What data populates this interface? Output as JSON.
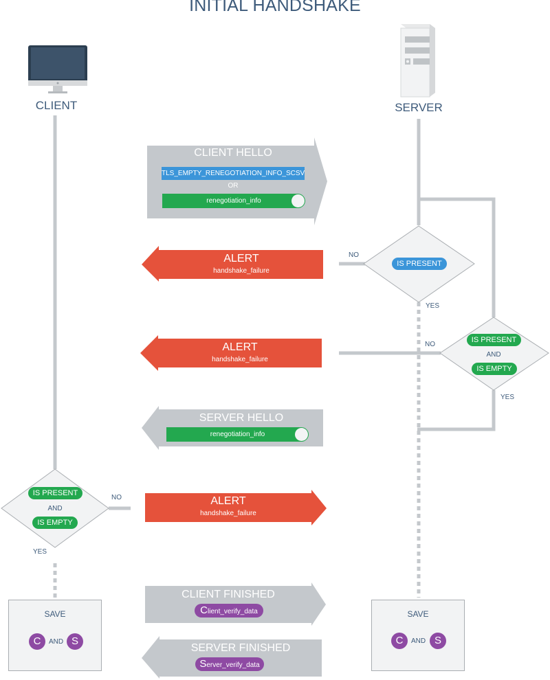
{
  "title": "INITIAL HANDSHAKE",
  "actors": {
    "client": "CLIENT",
    "server": "SERVER"
  },
  "messages": {
    "client_hello": {
      "title": "CLIENT HELLO",
      "field1": "TLS_EMPTY_RENEGOTIATION_INFO_SCSV",
      "or": "OR",
      "field2": "renegotiation_info"
    },
    "alert1": {
      "title": "ALERT",
      "sub": "handshake_failure"
    },
    "alert2": {
      "title": "ALERT",
      "sub": "handshake_failure"
    },
    "server_hello": {
      "title": "SERVER HELLO",
      "field": "renegotiation_info"
    },
    "alert3": {
      "title": "ALERT",
      "sub": "handshake_failure"
    },
    "client_finished": {
      "title": "CLIENT FINISHED",
      "field_initial": "C",
      "field_rest": "lient_verify_data"
    },
    "server_finished": {
      "title": "SERVER FINISHED",
      "field_initial": "S",
      "field_rest": "erver_verify_data"
    }
  },
  "decisions": {
    "server_present": {
      "label": "IS PRESENT",
      "no": "NO",
      "yes": "YES"
    },
    "server_present_empty": {
      "label1": "IS PRESENT",
      "and": "AND",
      "label2": "IS EMPTY",
      "no": "NO",
      "yes": "YES"
    },
    "client_present_empty": {
      "label1": "IS PRESENT",
      "and": "AND",
      "label2": "IS EMPTY",
      "no": "NO",
      "yes": "YES"
    }
  },
  "save_boxes": {
    "client": {
      "title": "SAVE",
      "c": "C",
      "and": "AND",
      "s": "S"
    },
    "server": {
      "title": "SAVE",
      "c": "C",
      "and": "AND",
      "s": "S"
    }
  },
  "colors": {
    "gray_arrow": "#c4c8cc",
    "red_arrow": "#e5523b",
    "line": "#c4c8cc",
    "text_dark": "#3d5a7a",
    "blue": "#3b95d9",
    "green": "#23a84f",
    "purple": "#8e4aa3"
  },
  "icons": {
    "client": "monitor-icon",
    "server": "server-tower-icon"
  }
}
